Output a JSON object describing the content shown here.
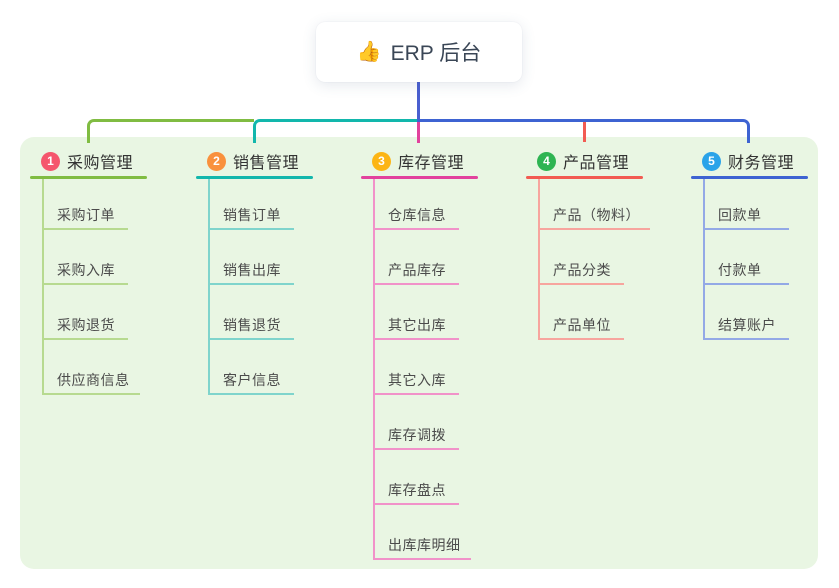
{
  "root": {
    "emoji": "👍",
    "title": "ERP 后台"
  },
  "colors": {
    "canvas_bg": "#ffffff",
    "panel_bg": "#e9f6e3",
    "root_line": "#4a5fd0",
    "header_text": "#333333",
    "child_text": "#4b4b4b"
  },
  "sections": [
    {
      "badge": "1",
      "badge_color": "#f5566d",
      "line_color": "#80bc42",
      "child_line_color": "#b7da90",
      "title": "采购管理",
      "children": [
        "采购订单",
        "采购入库",
        "采购退货",
        "供应商信息"
      ]
    },
    {
      "badge": "2",
      "badge_color": "#f9913d",
      "line_color": "#12b7ac",
      "child_line_color": "#7fd4cc",
      "title": "销售管理",
      "children": [
        "销售订单",
        "销售出库",
        "销售退货",
        "客户信息"
      ]
    },
    {
      "badge": "3",
      "badge_color": "#fcb515",
      "line_color": "#e2429d",
      "child_line_color": "#f192c9",
      "title": "库存管理",
      "children": [
        "仓库信息",
        "产品库存",
        "其它出库",
        "其它入库",
        "库存调拨",
        "库存盘点",
        "出库库明细"
      ]
    },
    {
      "badge": "4",
      "badge_color": "#2eb452",
      "line_color": "#f25b52",
      "child_line_color": "#f7a59e",
      "title": "产品管理",
      "children": [
        "产品（物料）",
        "产品分类",
        "产品单位"
      ]
    },
    {
      "badge": "5",
      "badge_color": "#2aa3e9",
      "line_color": "#3e63d2",
      "child_line_color": "#93a9e6",
      "title": "财务管理",
      "children": [
        "回款单",
        "付款单",
        "结算账户"
      ]
    }
  ]
}
